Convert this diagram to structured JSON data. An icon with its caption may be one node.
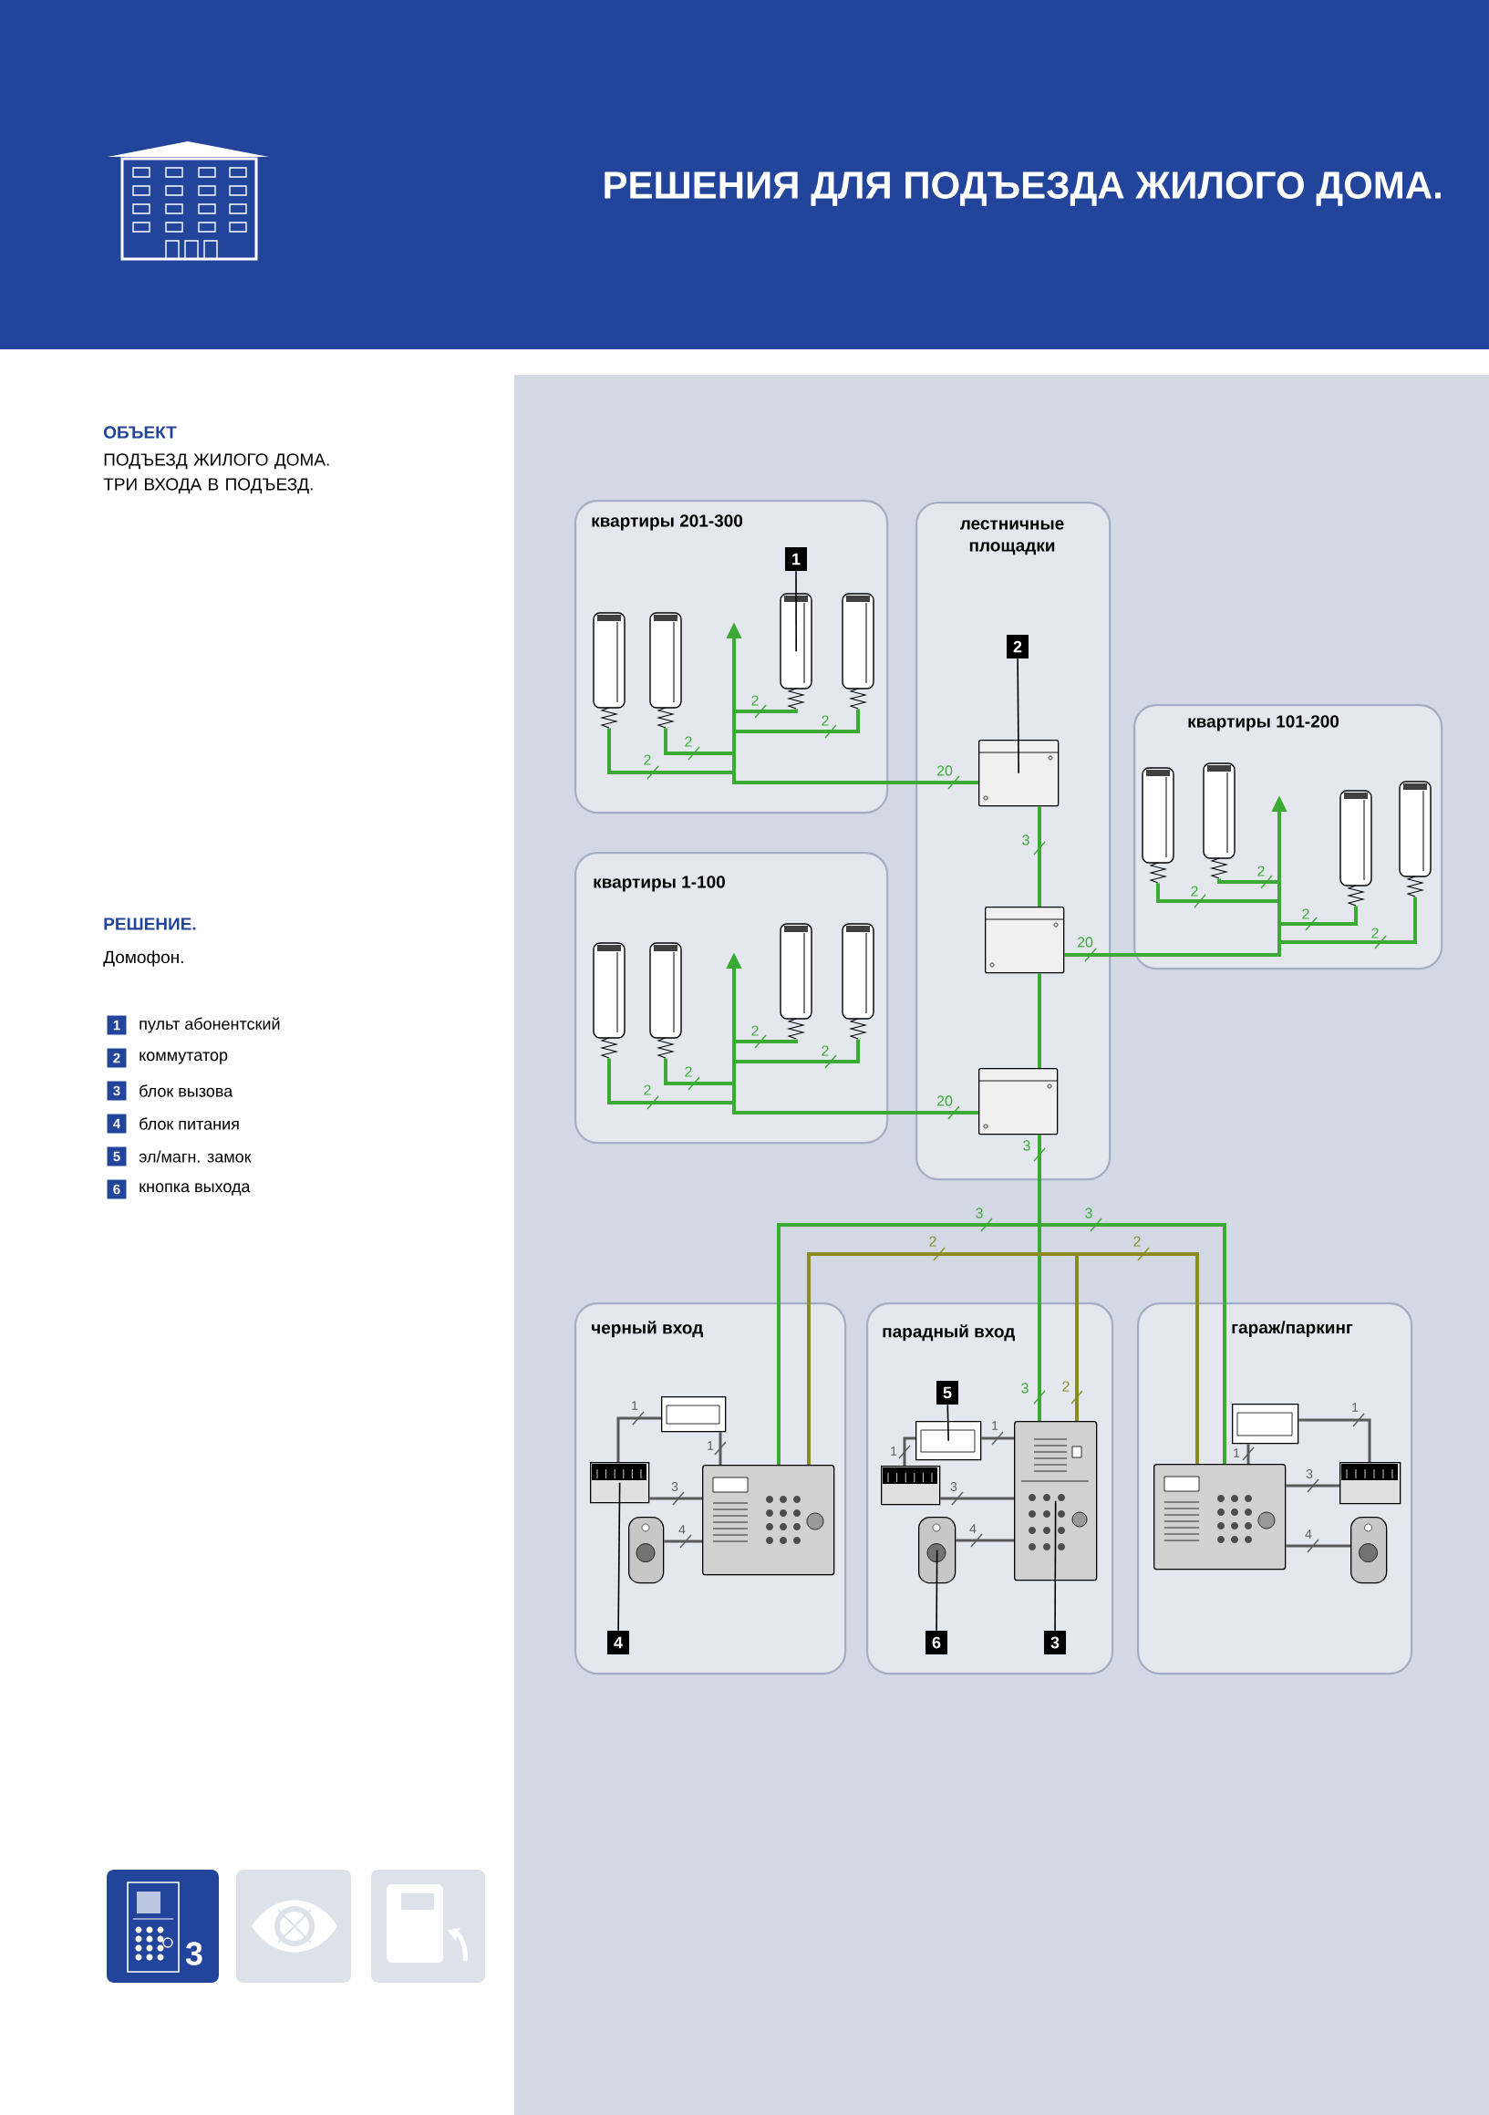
{
  "diagram": {
    "title": "РЕШЕНИЯ ДЛЯ ПОДЪЕЗДА ЖИЛОГО ДОМА.",
    "nodes": [
      {
        "text": [
          "квартиры 201-300"
        ]
      },
      {
        "text": [
          "1"
        ],
        "in": 0
      },
      {
        "text": [],
        "shape": "picture",
        "in": 0
      },
      {
        "text": [],
        "shape": "picture",
        "in": 0
      },
      {
        "text": [],
        "shape": "picture",
        "in": 0
      },
      {
        "text": [],
        "shape": "picture",
        "in": 0
      },
      {
        "text": [
          "лестничные площадки"
        ]
      },
      {
        "text": [
          "2"
        ],
        "in": 6
      },
      {
        "text": [],
        "shape": "picture",
        "in": 6
      },
      {
        "text": [],
        "shape": "picture",
        "in": 6
      },
      {
        "text": [],
        "shape": "picture",
        "in": 6
      },
      {
        "text": [
          "квартиры 101-200"
        ]
      },
      {
        "text": [],
        "shape": "picture",
        "in": 11
      },
      {
        "text": [],
        "shape": "picture",
        "in": 11
      },
      {
        "text": [],
        "shape": "picture",
        "in": 11
      },
      {
        "text": [],
        "shape": "picture",
        "in": 11
      },
      {
        "text": [
          "квартиры 1-100"
        ]
      },
      {
        "text": [],
        "shape": "picture",
        "in": 16
      },
      {
        "text": [],
        "shape": "picture",
        "in": 16
      },
      {
        "text": [],
        "shape": "picture",
        "in": 16
      },
      {
        "text": [],
        "shape": "picture",
        "in": 16
      },
      {
        "text": [
          "черный вход"
        ]
      },
      {
        "text": [],
        "shape": "picture",
        "in": 21
      },
      {
        "text": [],
        "shape": "picture",
        "in": 21
      },
      {
        "text": [],
        "shape": "picture",
        "in": 21
      },
      {
        "text": [],
        "shape": "picture",
        "in": 21
      },
      {
        "text": [
          "4"
        ],
        "in": 21
      },
      {
        "text": [
          "парадный вход"
        ]
      },
      {
        "text": [
          "5"
        ],
        "in": 27
      },
      {
        "text": [],
        "shape": "picture",
        "in": 27
      },
      {
        "text": [],
        "shape": "picture",
        "in": 27
      },
      {
        "text": [],
        "shape": "picture",
        "in": 27
      },
      {
        "text": [],
        "shape": "picture",
        "in": 27
      },
      {
        "text": [
          "6"
        ],
        "in": 27
      },
      {
        "text": [
          "3"
        ],
        "in": 27
      },
      {
        "text": [
          "гараж/паркинг"
        ]
      },
      {
        "text": [],
        "shape": "picture",
        "in": 35
      },
      {
        "text": [],
        "shape": "picture",
        "in": 35
      },
      {
        "text": [],
        "shape": "picture",
        "in": 35
      },
      {
        "text": [],
        "shape": "picture",
        "in": 35
      }
    ],
    "edges": [
      {
        "from": 8,
        "to": 2,
        "arrow": "none",
        "label": "2"
      },
      {
        "from": 8,
        "to": 3,
        "arrow": "none",
        "label": "2"
      },
      {
        "from": 8,
        "to": 4,
        "arrow": "none",
        "label": "2"
      },
      {
        "from": 8,
        "to": 5,
        "arrow": "none",
        "label": "2"
      },
      {
        "from": 8,
        "to": null,
        "arrow": "to",
        "label": "20"
      },
      {
        "from": 8,
        "to": 9,
        "arrow": "none",
        "label": "3"
      },
      {
        "from": 9,
        "to": 10,
        "arrow": "none"
      },
      {
        "from": 9,
        "to": 12,
        "arrow": "none",
        "label": "2"
      },
      {
        "from": 9,
        "to": 13,
        "arrow": "none",
        "label": "2"
      },
      {
        "from": 9,
        "to": 14,
        "arrow": "none",
        "label": "2"
      },
      {
        "from": 9,
        "to": 15,
        "arrow": "none",
        "label": "2"
      },
      {
        "from": 9,
        "to": null,
        "arrow": "to",
        "label": "20"
      },
      {
        "from": 10,
        "to": 17,
        "arrow": "none",
        "label": "2"
      },
      {
        "from": 10,
        "to": 18,
        "arrow": "none",
        "label": "2"
      },
      {
        "from": 10,
        "to": 19,
        "arrow": "none",
        "label": "2"
      },
      {
        "from": 10,
        "to": 20,
        "arrow": "none",
        "label": "2"
      },
      {
        "from": 10,
        "to": null,
        "arrow": "to",
        "label": "20"
      },
      {
        "from": 10,
        "to": 30,
        "arrow": "none",
        "label": "3"
      },
      {
        "from": 10,
        "to": 24,
        "arrow": "none",
        "label": "3"
      },
      {
        "from": 10,
        "to": 37,
        "arrow": "none",
        "label": "3"
      },
      {
        "from": 30,
        "to": 24,
        "arrow": "none",
        "label": "2",
        "color": "#8c8c1e"
      },
      {
        "from": 30,
        "to": 37,
        "arrow": "none",
        "label": "2",
        "color": "#8c8c1e"
      },
      {
        "from": 1,
        "to": 4,
        "arrow": "none",
        "color": "#000000"
      },
      {
        "from": 7,
        "to": 8,
        "arrow": "none",
        "color": "#000000"
      },
      {
        "from": 26,
        "to": 23,
        "arrow": "none",
        "color": "#000000"
      },
      {
        "from": 28,
        "to": 29,
        "arrow": "none",
        "color": "#000000"
      },
      {
        "from": 33,
        "to": 32,
        "arrow": "none",
        "color": "#000000"
      },
      {
        "from": 34,
        "to": 30,
        "arrow": "none",
        "color": "#000000"
      },
      {
        "from": 23,
        "to": 22,
        "arrow": "none",
        "label": "1",
        "color": "#5a5a5a"
      },
      {
        "from": 22,
        "to": 24,
        "arrow": "none",
        "label": "1",
        "color": "#5a5a5a"
      },
      {
        "from": 23,
        "to": 24,
        "arrow": "none",
        "label": "3",
        "color": "#5a5a5a"
      },
      {
        "from": 25,
        "to": 24,
        "arrow": "none",
        "label": "4",
        "color": "#5a5a5a"
      },
      {
        "from": 31,
        "to": 29,
        "arrow": "none",
        "label": "1",
        "color": "#5a5a5a"
      },
      {
        "from": 29,
        "to": 30,
        "arrow": "none",
        "label": "1",
        "color": "#5a5a5a"
      },
      {
        "from": 31,
        "to": 30,
        "arrow": "none",
        "label": "3",
        "color": "#5a5a5a"
      },
      {
        "from": 32,
        "to": 30,
        "arrow": "none",
        "label": "4",
        "color": "#5a5a5a"
      },
      {
        "from": 37,
        "to": 36,
        "arrow": "none",
        "label": "1",
        "color": "#5a5a5a"
      },
      {
        "from": 36,
        "to": 38,
        "arrow": "none",
        "label": "1",
        "color": "#5a5a5a"
      },
      {
        "from": 37,
        "to": 38,
        "arrow": "none",
        "label": "3",
        "color": "#5a5a5a"
      },
      {
        "from": 37,
        "to": 39,
        "arrow": "none",
        "label": "4",
        "color": "#5a5a5a"
      }
    ],
    "labels": [
      "ОБЪЕКТ",
      "ПОДЪЕЗД ЖИЛОГО ДОМА. ТРИ ВХОДА В ПОДЪЕЗД.",
      "РЕШЕНИЕ.",
      "Домофон.",
      "1",
      "пульт абонентский",
      "2",
      "коммутатор",
      "3",
      "блок вызова",
      "4",
      "блок питания",
      "5",
      "эл/магн. замок",
      "6",
      "кнопка выхода",
      "3",
      "2",
      "3"
    ]
  }
}
